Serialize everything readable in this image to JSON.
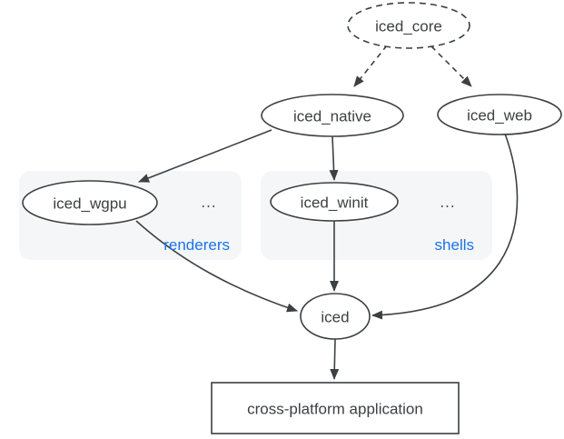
{
  "colors": {
    "stroke": "#3c4043",
    "text": "#3c4043",
    "accent_blue": "#1a73e8",
    "group_bg": "#f4f6f8",
    "node_fill": "#ffffff",
    "canvas_bg": "#ffffff"
  },
  "nodes": {
    "iced_core": {
      "label": "iced_core",
      "shape": "ellipse",
      "border": "dashed"
    },
    "iced_native": {
      "label": "iced_native",
      "shape": "ellipse",
      "border": "solid"
    },
    "iced_web": {
      "label": "iced_web",
      "shape": "ellipse",
      "border": "solid"
    },
    "iced_wgpu": {
      "label": "iced_wgpu",
      "shape": "ellipse",
      "border": "solid",
      "group": "renderers"
    },
    "iced_winit": {
      "label": "iced_winit",
      "shape": "ellipse",
      "border": "solid",
      "group": "shells"
    },
    "iced": {
      "label": "iced",
      "shape": "ellipse",
      "border": "solid"
    },
    "cross_platform_app": {
      "label": "cross-platform application",
      "shape": "rect",
      "border": "solid"
    }
  },
  "groups": {
    "renderers": {
      "label": "renderers",
      "ellipsis": "..."
    },
    "shells": {
      "label": "shells",
      "ellipsis": "..."
    }
  },
  "edges": [
    {
      "from": "iced_core",
      "to": "iced_native",
      "style": "dashed"
    },
    {
      "from": "iced_core",
      "to": "iced_web",
      "style": "dashed"
    },
    {
      "from": "iced_native",
      "to": "iced_wgpu",
      "style": "solid"
    },
    {
      "from": "iced_native",
      "to": "iced_winit",
      "style": "solid"
    },
    {
      "from": "iced_wgpu",
      "to": "iced",
      "style": "solid"
    },
    {
      "from": "iced_winit",
      "to": "iced",
      "style": "solid"
    },
    {
      "from": "iced_web",
      "to": "iced",
      "style": "solid"
    },
    {
      "from": "iced",
      "to": "cross_platform_app",
      "style": "solid"
    }
  ]
}
